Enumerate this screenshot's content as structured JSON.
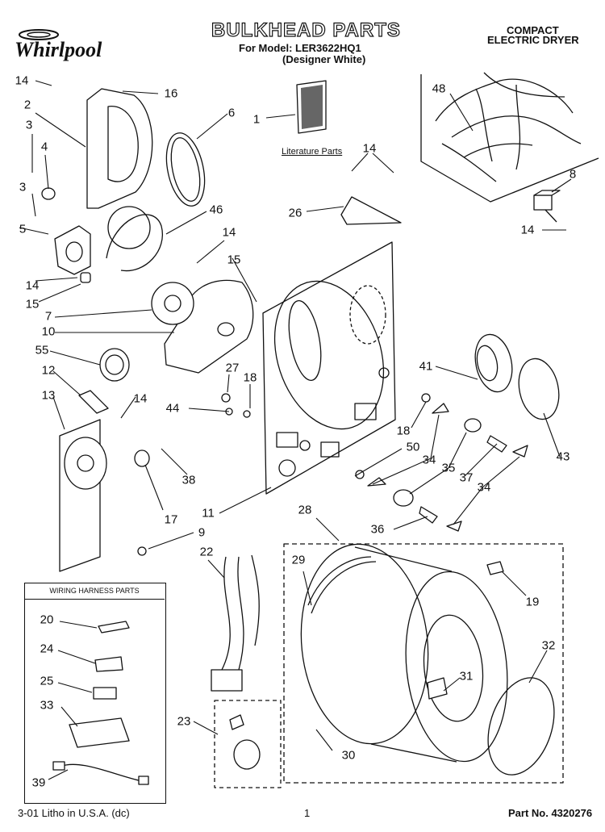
{
  "header": {
    "brand": "Whirlpool",
    "title": "BULKHEAD PARTS",
    "model_line": "For Model: LER3622HQ1",
    "color_line": "(Designer White)",
    "category_line1": "COMPACT",
    "category_line2": "ELECTRIC DRYER"
  },
  "literature_label": "Literature Parts",
  "wiring_box_title": "WIRING HARNESS PARTS",
  "footer": {
    "left": "3-01 Litho in U.S.A. (dc)",
    "page": "1",
    "part_no": "Part No. 4320276"
  },
  "callouts": [
    {
      "n": "14"
    },
    {
      "n": "16"
    },
    {
      "n": "2"
    },
    {
      "n": "6"
    },
    {
      "n": "3"
    },
    {
      "n": "4"
    },
    {
      "n": "3"
    },
    {
      "n": "5"
    },
    {
      "n": "46"
    },
    {
      "n": "14"
    },
    {
      "n": "15"
    },
    {
      "n": "14"
    },
    {
      "n": "15"
    },
    {
      "n": "7"
    },
    {
      "n": "10"
    },
    {
      "n": "55"
    },
    {
      "n": "12"
    },
    {
      "n": "13"
    },
    {
      "n": "14"
    },
    {
      "n": "27"
    },
    {
      "n": "18"
    },
    {
      "n": "44"
    },
    {
      "n": "38"
    },
    {
      "n": "17"
    },
    {
      "n": "11"
    },
    {
      "n": "9"
    },
    {
      "n": "1"
    },
    {
      "n": "14"
    },
    {
      "n": "26"
    },
    {
      "n": "48"
    },
    {
      "n": "8"
    },
    {
      "n": "14"
    },
    {
      "n": "41"
    },
    {
      "n": "43"
    },
    {
      "n": "18"
    },
    {
      "n": "50"
    },
    {
      "n": "34"
    },
    {
      "n": "35"
    },
    {
      "n": "37"
    },
    {
      "n": "34"
    },
    {
      "n": "28"
    },
    {
      "n": "36"
    },
    {
      "n": "29"
    },
    {
      "n": "19"
    },
    {
      "n": "22"
    },
    {
      "n": "32"
    },
    {
      "n": "31"
    },
    {
      "n": "23"
    },
    {
      "n": "30"
    },
    {
      "n": "20"
    },
    {
      "n": "24"
    },
    {
      "n": "25"
    },
    {
      "n": "33"
    },
    {
      "n": "39"
    }
  ]
}
